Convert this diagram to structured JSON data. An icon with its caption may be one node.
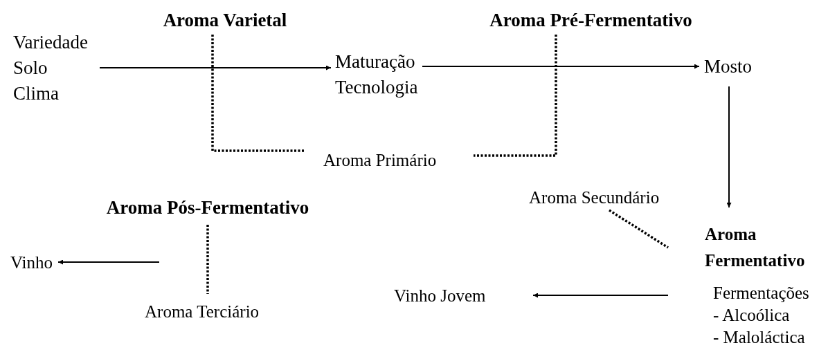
{
  "diagram": {
    "nodes": [
      {
        "text": [
          "Variedade",
          "Solo",
          "Clima"
        ]
      },
      {
        "text": [
          "Aroma Varietal"
        ]
      },
      {
        "text": [
          "Maturação",
          "Tecnologia"
        ]
      },
      {
        "text": [
          "Aroma Pré-Fermentativo"
        ]
      },
      {
        "text": [
          "Mosto"
        ]
      },
      {
        "text": [
          "Aroma Primário"
        ]
      },
      {
        "text": [
          "Aroma Secundário"
        ]
      },
      {
        "text": [
          "Aroma Fermentativo",
          "Fermentações",
          "- Alcoólica",
          "- Maloláctica"
        ]
      },
      {
        "text": [
          "Vinho Jovem"
        ]
      },
      {
        "text": [
          "Aroma Pós-Fermentativo"
        ]
      },
      {
        "text": [
          "Vinho"
        ]
      },
      {
        "text": [
          "Aroma Terciário"
        ]
      }
    ],
    "edges": [
      {
        "from": 0,
        "to": 2,
        "arrow": "to"
      },
      {
        "from": 2,
        "to": 4,
        "arrow": "to"
      },
      {
        "from": 4,
        "to": 7,
        "arrow": "to"
      },
      {
        "from": 7,
        "to": 8,
        "arrow": "to"
      },
      {
        "from": null,
        "to": 10,
        "arrow": "to"
      },
      {
        "from": 1,
        "to": 5,
        "arrow": "none",
        "style": "dashed"
      },
      {
        "from": 3,
        "to": 5,
        "arrow": "none",
        "style": "dashed"
      },
      {
        "from": 6,
        "to": 7,
        "arrow": "none",
        "style": "dashed"
      },
      {
        "from": 9,
        "to": 11,
        "arrow": "none",
        "style": "dashed"
      }
    ]
  }
}
